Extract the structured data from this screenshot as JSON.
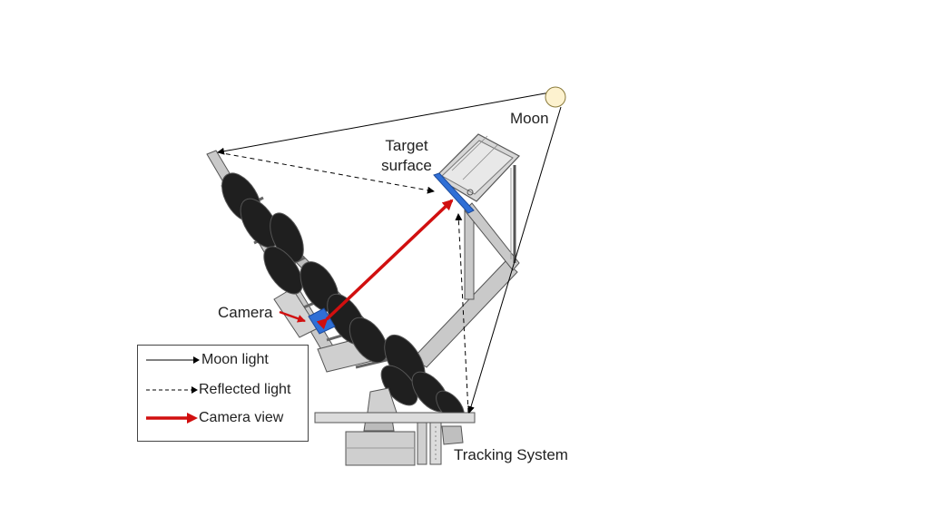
{
  "labels": {
    "moon": "Moon",
    "target_line1": "Target",
    "target_line2": "surface",
    "camera": "Camera",
    "tracking": "Tracking System"
  },
  "legend": {
    "items": [
      {
        "label": "Moon light",
        "style": "solid",
        "color": "#000000"
      },
      {
        "label": "Reflected light",
        "style": "dashed",
        "color": "#000000"
      },
      {
        "label": "Camera view",
        "style": "solid-thick",
        "color": "#d10f0f"
      }
    ]
  },
  "colors": {
    "moon_fill": "#fdf2cf",
    "camera_view": "#d10f0f",
    "camera_body": "#2f6fd6",
    "target_surface": "#2f6fd6",
    "frame_gray": "#c9c9c9",
    "mirror_dark": "#1f1f1f"
  }
}
